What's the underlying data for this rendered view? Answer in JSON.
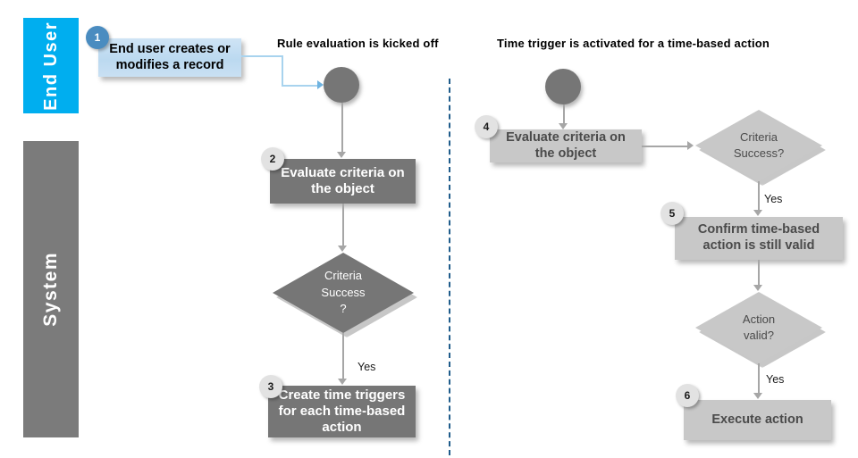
{
  "diagram": {
    "title_left": "Rule evaluation is kicked off",
    "title_right": "Time trigger is activated for a time-based action",
    "lanes": [
      {
        "name": "end-user",
        "label": "End User",
        "color": "#00AEEF"
      },
      {
        "name": "system",
        "label": "System",
        "color": "#7B7B7B"
      }
    ],
    "colors": {
      "lane_end_user": "#00AEEF",
      "lane_system": "#7B7B7B",
      "box_dark": "#767676",
      "box_light": "#C8C8C8",
      "box_blue": "#BBD9F0",
      "badge_blue": "#4A8CC0",
      "badge_gray": "#E2E2E2",
      "connector": "#A6A6A6",
      "connector_blue": "#A8D3EE",
      "divider": "#1F5C8B"
    },
    "nodes": {
      "start_left": {
        "type": "start-circle",
        "label": ""
      },
      "start_right": {
        "type": "start-circle",
        "label": ""
      },
      "step1": {
        "badge": "1",
        "label": "End user creates or modifies a record"
      },
      "step2": {
        "badge": "2",
        "label": "Evaluate criteria on the object"
      },
      "step3": {
        "badge": "3",
        "label": "Create time triggers for each time-based action"
      },
      "step4": {
        "badge": "4",
        "label": "Evaluate criteria on the object"
      },
      "step5": {
        "badge": "5",
        "label": "Confirm time-based action is still valid"
      },
      "step6": {
        "badge": "6",
        "label": "Execute action"
      },
      "decision1": {
        "line1": "Criteria",
        "line2": "Success",
        "line3": "?"
      },
      "decision2": {
        "line1": "Criteria",
        "line2": "Success?",
        "line3": ""
      },
      "decision3": {
        "line1": "Action",
        "line2": "valid?",
        "line3": ""
      }
    },
    "edge_labels": {
      "yes1": "Yes",
      "yes2": "Yes",
      "yes3": "Yes"
    }
  }
}
